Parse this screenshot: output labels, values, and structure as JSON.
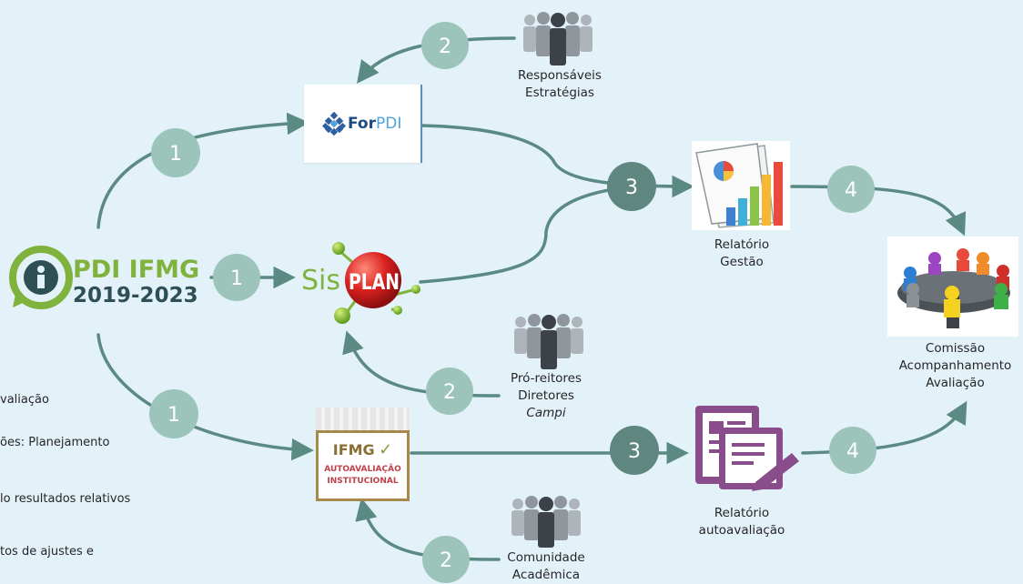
{
  "colors": {
    "background": "#e3f1f9",
    "arrow": "#5a8a82",
    "circle_light": "#9cc4bb",
    "circle_dark": "#5f8780",
    "logo_green": "#7fb33d",
    "logo_teal": "#2e4f54",
    "sisplan_red": "#d9201f",
    "ifmg_gold": "#a8894a",
    "purple": "#8a4d8c"
  },
  "logo": {
    "line1": "PDI IFMG",
    "line2": "2019-2023"
  },
  "steps": {
    "one": "1",
    "two": "2",
    "three": "3",
    "four": "4"
  },
  "forpdi": {
    "label_a": "For",
    "label_b": "PDI"
  },
  "sisplan": {
    "label_a": "Sis",
    "label_b": "PLAN"
  },
  "autoaval": {
    "brand": "IFMG",
    "check": "✓",
    "line1": "AUTOAVALIAÇÃO",
    "line2": "INSTITUCIONAL"
  },
  "actors": {
    "responsaveis": [
      "Responsáveis",
      "Estratégias"
    ],
    "pro_reitores": [
      "Pró-reitores",
      "Diretores",
      "Campi"
    ],
    "comunidade": [
      "Comunidade",
      "Acadêmica"
    ]
  },
  "outputs": {
    "relatorio_gestao": [
      "Relatório",
      "Gestão"
    ],
    "relatorio_auto": [
      "Relatório",
      "autoavaliação"
    ],
    "comissao": [
      "Comissão",
      "Acompanhamento",
      "Avaliação"
    ]
  },
  "left_notes": [
    "valiação",
    "ões: Planejamento",
    "lo resultados relativos",
    "tos de ajustes e"
  ]
}
